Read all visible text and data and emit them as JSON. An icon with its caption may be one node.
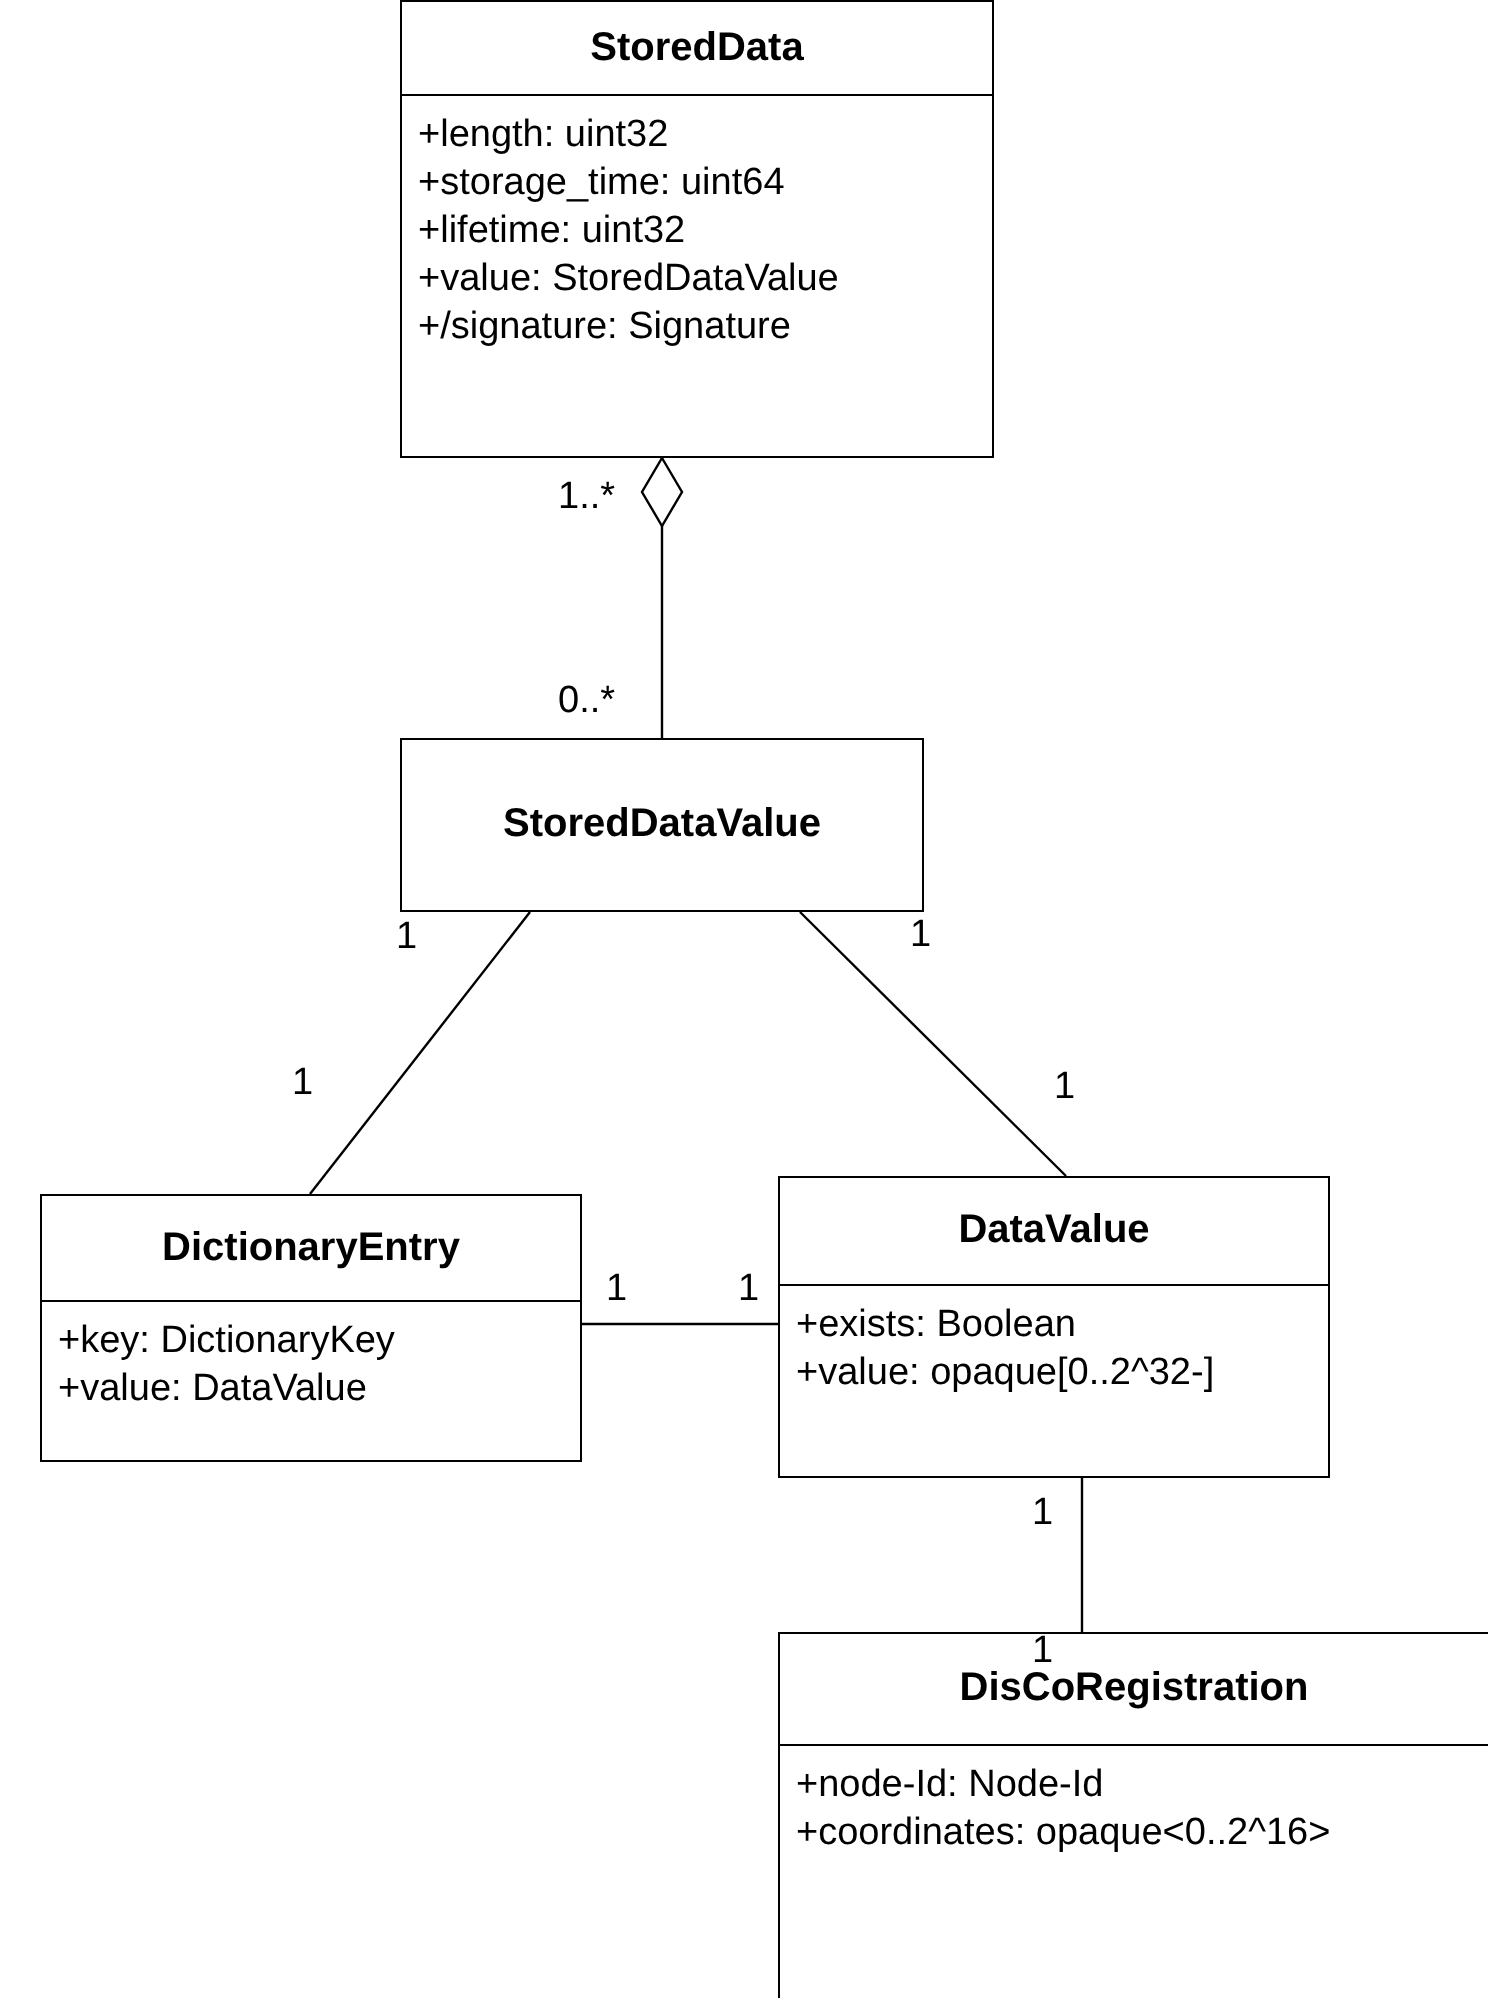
{
  "diagram": {
    "nodes": [
      {
        "text": [
          "StoredData",
          "+length: uint32",
          "+storage_time: uint64",
          "+lifetime: uint32",
          "+value: StoredDataValue",
          "+/signature: Signature"
        ]
      },
      {
        "text": [
          "StoredDataValue"
        ]
      },
      {
        "text": [
          "DictionaryEntry",
          "+key: DictionaryKey",
          "+value: DataValue"
        ]
      },
      {
        "text": [
          "DataValue",
          "+exists: Boolean",
          "+value: opaque[0..2^32-]"
        ]
      },
      {
        "text": [
          "DisCoRegistration",
          "+node-Id: Node-Id",
          "+coordinates: opaque<0..2^16>"
        ]
      }
    ],
    "edges": [
      {
        "from": 0,
        "to": 1,
        "arrow": "other"
      },
      {
        "from": 1,
        "to": 2,
        "arrow": "none"
      },
      {
        "from": 1,
        "to": 3,
        "arrow": "none"
      },
      {
        "from": 2,
        "to": 3,
        "arrow": "none"
      },
      {
        "from": 3,
        "to": 4,
        "arrow": "none"
      }
    ],
    "labels": [
      "1..*",
      "0..*",
      "1",
      "1",
      "1",
      "1",
      "1",
      "1",
      "1",
      "1"
    ]
  }
}
